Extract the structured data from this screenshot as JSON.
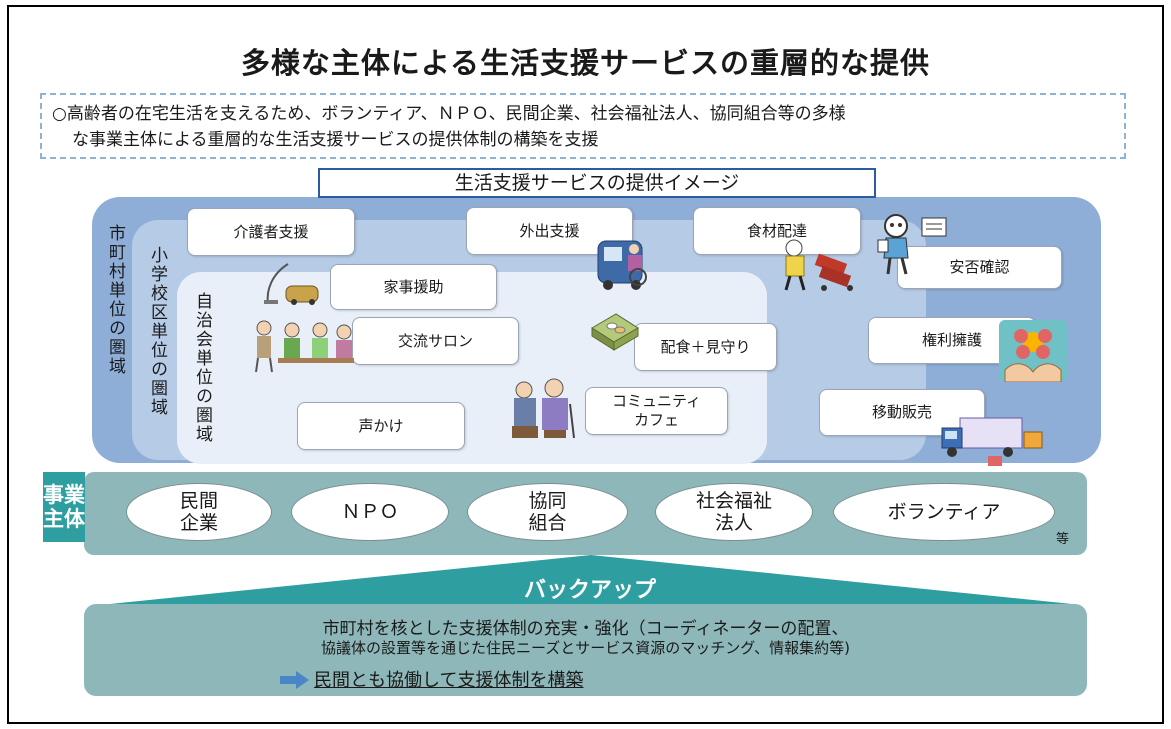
{
  "title": "多様な主体による生活支援サービスの重層的な提供",
  "intro": {
    "line1": "○高齢者の在宅生活を支えるため、ボランティア、ＮＰＯ、民間企業、社会福祉法人、協同組合等の多様",
    "line2": "な事業主体による重層的な生活支援サービスの提供体制の構築を支援"
  },
  "image_title": "生活支援サービスの提供イメージ",
  "zones": {
    "city": "市町村単位の圏域",
    "school": "小学校区単位の圏域",
    "association": "自治会単位の圏域"
  },
  "services": {
    "caregiver_support": "介護者支援",
    "outing_support": "外出支援",
    "food_delivery": "食材配達",
    "safety_check": "安否確認",
    "housework": "家事援助",
    "salon": "交流サロン",
    "meal_watch": "配食＋見守り",
    "advocacy": "権利擁護",
    "community_cafe": "コミュニティ\nカフェ",
    "greeting": "声かけ",
    "mobile_sales": "移動販売"
  },
  "actors_label": "事業\n主体",
  "actors": [
    "民間\n企業",
    "ＮＰＯ",
    "協同\n組合",
    "社会福祉\n法人",
    "ボランティア"
  ],
  "actors_etc": "等",
  "backup": {
    "label": "バックアップ",
    "line1": "市町村を核とした支援体制の充実・強化（コーディネーターの配置、",
    "line2": "協議体の設置等を通じた住民ニーズとサービス資源のマッチング、情報集約等)",
    "line3": "民間とも協働して支援体制を構築"
  },
  "colors": {
    "city_zone": "#8eaed7",
    "school_zone": "#b6cbe6",
    "association_zone": "#e8eff8",
    "actors_band": "#8eb7b9",
    "accent_teal": "#2e9ea0",
    "arrow_blue": "#4a86c5"
  },
  "icons": [
    "vacuum-cleaner-icon",
    "elderly-group-icon",
    "wheelchair-van-icon",
    "delivery-person-icon",
    "messenger-icon",
    "lunchbox-icon",
    "elderly-couple-icon",
    "flower-hands-icon",
    "truck-icon",
    "right-arrow-icon"
  ]
}
